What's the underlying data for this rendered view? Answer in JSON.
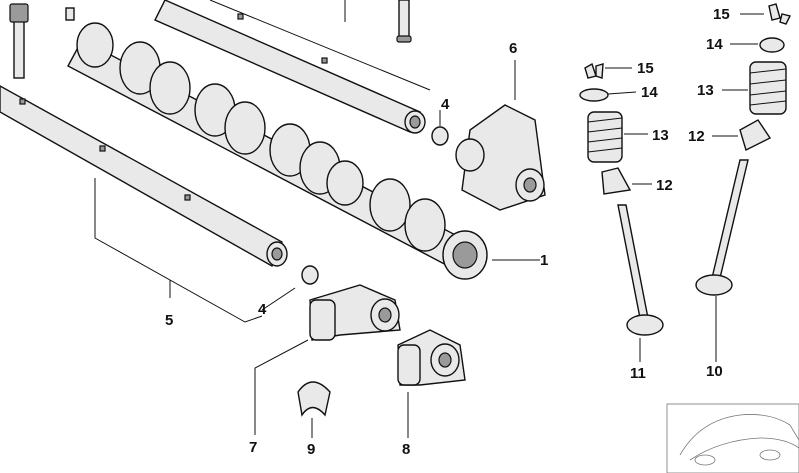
{
  "callouts": {
    "c1": "1",
    "c4a": "4",
    "c4b": "4",
    "c5": "5",
    "c6": "6",
    "c7": "7",
    "c8": "8",
    "c9": "9",
    "c10": "10",
    "c11": "11",
    "c12a": "12",
    "c12b": "12",
    "c13a": "13",
    "c13b": "13",
    "c14a": "14",
    "c14b": "14",
    "c15a": "15",
    "c15b": "15"
  },
  "parts": [
    {
      "id": "camshaft",
      "icon": "camshaft-icon"
    },
    {
      "id": "rocker-shaft",
      "icon": "rocker-shaft-icon"
    },
    {
      "id": "rocker-arm",
      "icon": "rocker-arm-icon"
    },
    {
      "id": "valve",
      "icon": "valve-icon"
    },
    {
      "id": "valve-spring",
      "icon": "valve-spring-icon"
    },
    {
      "id": "valve-stem-seal",
      "icon": "stem-seal-icon"
    },
    {
      "id": "spring-retainer",
      "icon": "spring-retainer-icon"
    },
    {
      "id": "valve-keeper",
      "icon": "valve-keeper-icon"
    },
    {
      "id": "car-silhouette",
      "icon": "car-outline-icon"
    }
  ]
}
